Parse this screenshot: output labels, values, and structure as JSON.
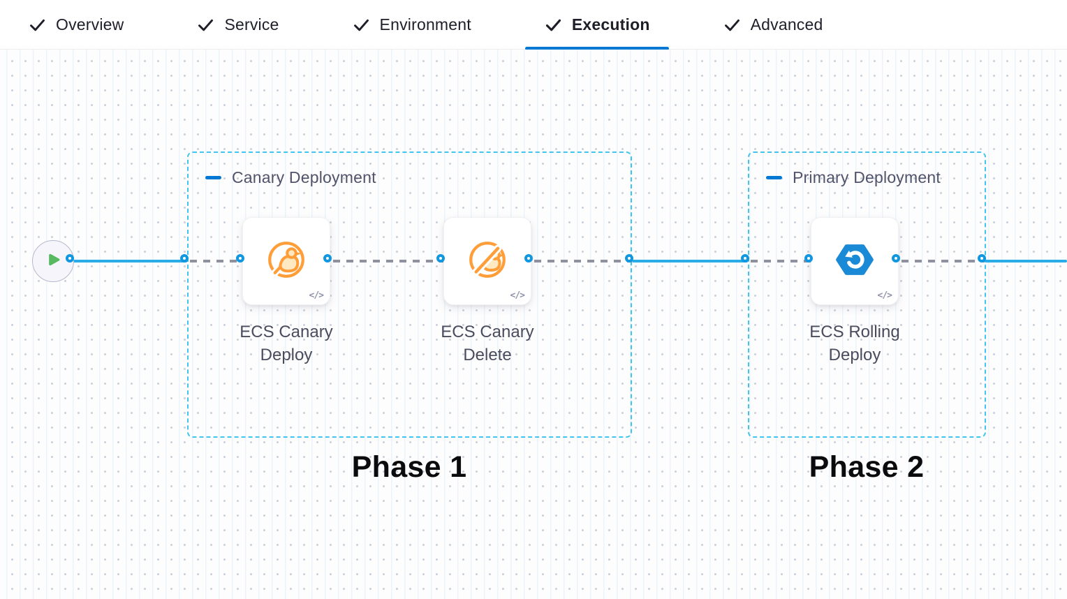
{
  "header": {
    "tabs": [
      {
        "label": "Overview",
        "completed": true,
        "active": false
      },
      {
        "label": "Service",
        "completed": true,
        "active": false
      },
      {
        "label": "Environment",
        "completed": true,
        "active": false
      },
      {
        "label": "Execution",
        "completed": true,
        "active": true
      },
      {
        "label": "Advanced",
        "completed": true,
        "active": false
      }
    ]
  },
  "canvas": {
    "start_node": {
      "icon": "play-icon"
    },
    "groups": [
      {
        "label": "Canary Deployment",
        "collapse_icon": "minus-icon",
        "phase_label": "Phase 1",
        "steps": [
          {
            "name": "ECS Canary Deploy",
            "icon": "canary-bird-icon",
            "code_glyph": "</>"
          },
          {
            "name": "ECS Canary Delete",
            "icon": "canary-bird-slash-icon",
            "code_glyph": "</>"
          }
        ]
      },
      {
        "label": "Primary Deployment",
        "collapse_icon": "minus-icon",
        "phase_label": "Phase 2",
        "steps": [
          {
            "name": "ECS Rolling Deploy",
            "icon": "ecs-rolling-icon",
            "code_glyph": "</>"
          }
        ]
      }
    ],
    "colors": {
      "connector_blue": "#2aace6",
      "port_ring_blue": "#1097e0",
      "connector_dash_gray": "#90919f",
      "group_border_cyan": "#41c4ee",
      "accent_blue": "#0278d5",
      "canary_orange": "#ff9e38",
      "ecs_hexagon_blue": "#1b8ad6",
      "play_green": "#57b960"
    }
  }
}
